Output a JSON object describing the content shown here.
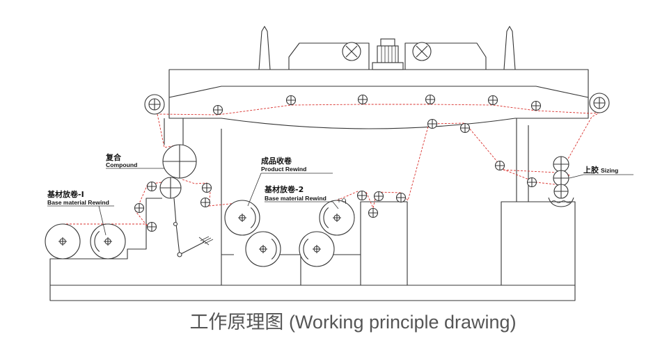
{
  "title": "工作原理图 (Working principle drawing)",
  "labels": {
    "compound": {
      "zh": "复合",
      "en": "Compound"
    },
    "product_rewind": {
      "zh": "成品收卷",
      "en": "Product Rewind"
    },
    "base_rewind_2": {
      "zh": "基材放卷-2",
      "en": "Base material Rewind"
    },
    "base_rewind_1": {
      "zh": "基材放卷-I",
      "en": "Base material Rewind"
    },
    "sizing": {
      "zh": "上胶",
      "en": "Sizing"
    }
  },
  "colors": {
    "line": "#333333",
    "web_path": "#d9302c",
    "title": "#555555"
  }
}
